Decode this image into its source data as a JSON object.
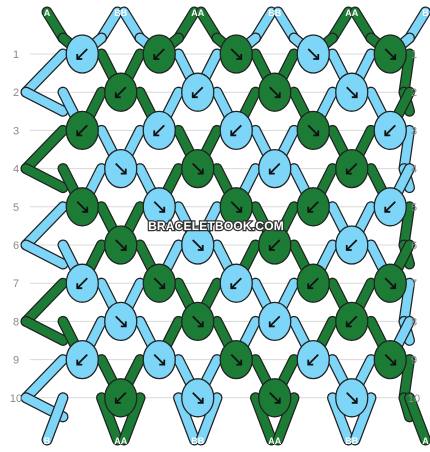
{
  "pattern": {
    "colors": {
      "A": "#1c7c35",
      "B": "#7dd6f8"
    },
    "start_strings": [
      "A",
      "B",
      "B",
      "A",
      "A",
      "B",
      "B",
      "A",
      "A",
      "B"
    ],
    "end_strings": [
      "B",
      "A",
      "A",
      "B",
      "B",
      "A",
      "A",
      "B",
      "B",
      "A"
    ],
    "row_numbers": [
      "1",
      "2",
      "3",
      "4",
      "5",
      "6",
      "7",
      "8",
      "9",
      "10"
    ],
    "knot_rows": [
      [
        {
          "c": "B",
          "d": "sw"
        },
        {
          "c": "A",
          "d": "sw"
        },
        {
          "c": "A",
          "d": "se"
        },
        {
          "c": "B",
          "d": "se"
        },
        {
          "c": "A",
          "d": "se"
        }
      ],
      [
        {
          "c": "A",
          "d": "sw"
        },
        {
          "c": "B",
          "d": "sw"
        },
        {
          "c": "A",
          "d": "se"
        },
        {
          "c": "B",
          "d": "se"
        }
      ],
      [
        {
          "c": "A",
          "d": "sw"
        },
        {
          "c": "B",
          "d": "sw"
        },
        {
          "c": "B",
          "d": "sw"
        },
        {
          "c": "A",
          "d": "se"
        },
        {
          "c": "B",
          "d": "sw"
        }
      ],
      [
        {
          "c": "B",
          "d": "se"
        },
        {
          "c": "A",
          "d": "se"
        },
        {
          "c": "B",
          "d": "sw"
        },
        {
          "c": "A",
          "d": "sw"
        }
      ],
      [
        {
          "c": "A",
          "d": "se"
        },
        {
          "c": "B",
          "d": "se"
        },
        {
          "c": "A",
          "d": "se"
        },
        {
          "c": "A",
          "d": "sw"
        },
        {
          "c": "B",
          "d": "sw"
        }
      ],
      [
        {
          "c": "A",
          "d": "se"
        },
        {
          "c": "B",
          "d": "se"
        },
        {
          "c": "A",
          "d": "sw"
        },
        {
          "c": "B",
          "d": "sw"
        }
      ],
      [
        {
          "c": "B",
          "d": "sw"
        },
        {
          "c": "A",
          "d": "se"
        },
        {
          "c": "B",
          "d": "sw"
        },
        {
          "c": "A",
          "d": "sw"
        },
        {
          "c": "A",
          "d": "se"
        }
      ],
      [
        {
          "c": "B",
          "d": "se"
        },
        {
          "c": "A",
          "d": "se"
        },
        {
          "c": "B",
          "d": "sw"
        },
        {
          "c": "A",
          "d": "sw"
        }
      ],
      [
        {
          "c": "B",
          "d": "sw"
        },
        {
          "c": "B",
          "d": "se"
        },
        {
          "c": "A",
          "d": "se"
        },
        {
          "c": "B",
          "d": "sw"
        },
        {
          "c": "A",
          "d": "se"
        }
      ],
      [
        {
          "c": "A",
          "d": "sw"
        },
        {
          "c": "B",
          "d": "se"
        },
        {
          "c": "A",
          "d": "se"
        },
        {
          "c": "B",
          "d": "se"
        }
      ]
    ]
  },
  "watermark": "BRACELETBOOK.COM"
}
